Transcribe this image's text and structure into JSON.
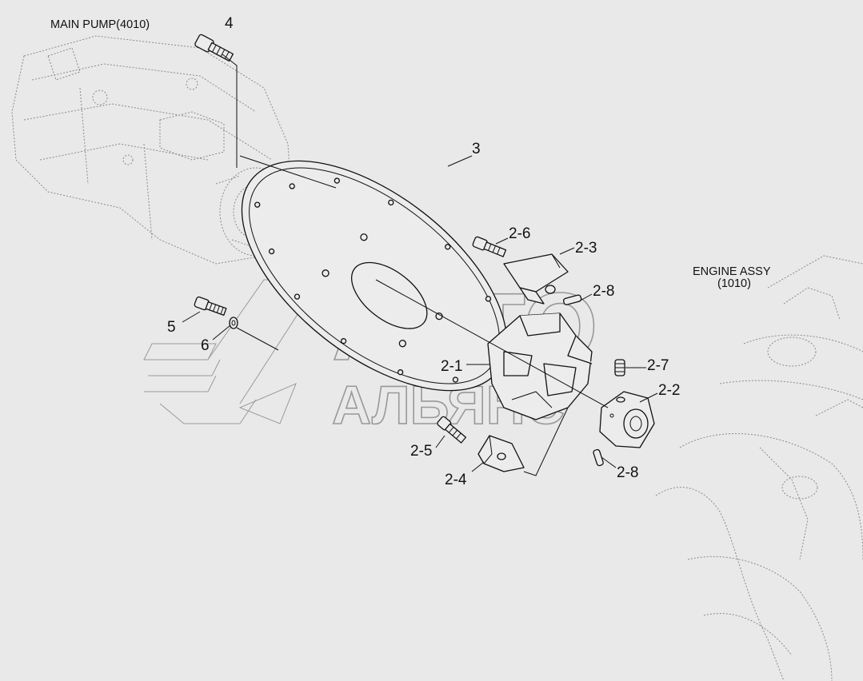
{
  "labels": {
    "main_pump": "MAIN PUMP(4010)",
    "engine_assy": "ENGINE ASSY",
    "engine_code": "(1010)",
    "p4": "4",
    "p3": "3",
    "p2_6": "2-6",
    "p2_3": "2-3",
    "p2_8a": "2-8",
    "p5": "5",
    "p6": "6",
    "p2_1": "2-1",
    "p2_7": "2-7",
    "p2_2": "2-2",
    "p2_5": "2-5",
    "p2_4": "2-4",
    "p2_8b": "2-8"
  },
  "watermark": {
    "line1": "АВТО",
    "line2": "АЛЬЯНС"
  }
}
